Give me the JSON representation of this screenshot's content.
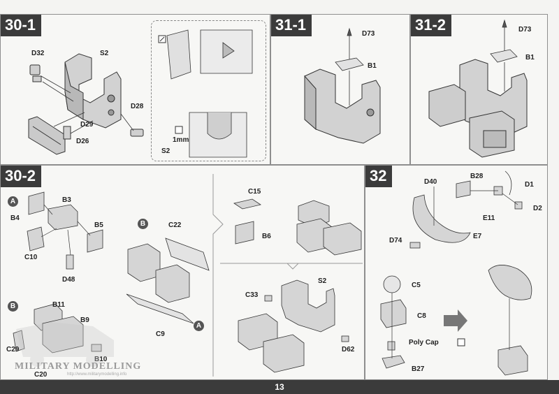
{
  "page_number": "13",
  "steps": {
    "s30_1": {
      "title": "30-1",
      "labels": {
        "d32": "D32",
        "s2": "S2",
        "d28": "D28",
        "d29": "D29",
        "d26": "D26"
      },
      "inset": {
        "measure": "1mm",
        "part": "S2"
      }
    },
    "s31_1": {
      "title": "31-1",
      "labels": {
        "d73": "D73",
        "b1": "B1"
      }
    },
    "s31_2": {
      "title": "31-2",
      "labels": {
        "d73": "D73",
        "b1": "B1"
      }
    },
    "s30_2": {
      "title": "30-2",
      "sub_a": {
        "marker": "A",
        "labels": {
          "b3": "B3",
          "b4": "B4",
          "b5": "B5",
          "c10": "C10",
          "d48": "D48"
        }
      },
      "sub_b_left": {
        "marker": "B",
        "labels": {
          "b11": "B11",
          "b9": "B9",
          "c29": "C29",
          "b10": "B10",
          "c20": "C20"
        }
      },
      "sub_b_right": {
        "marker": "B",
        "end_marker": "A",
        "labels": {
          "c22": "C22",
          "c9": "C9"
        }
      },
      "mid_top": {
        "labels": {
          "c15": "C15",
          "b6": "B6"
        }
      },
      "mid_bottom": {
        "labels": {
          "c33": "C33",
          "s2": "S2",
          "d62": "D62"
        }
      }
    },
    "s32": {
      "title": "32",
      "labels": {
        "d40": "D40",
        "b28": "B28",
        "d1": "D1",
        "d2": "D2",
        "e11": "E11",
        "e7": "E7",
        "d74": "D74"
      },
      "bottom": {
        "c5": "C5",
        "c8": "C8",
        "poly_cap": "Poly Cap",
        "b27": "B27"
      }
    }
  },
  "watermark": {
    "text": "MILITARY MODELLING",
    "url": "http://www.militarymodelling.info"
  }
}
